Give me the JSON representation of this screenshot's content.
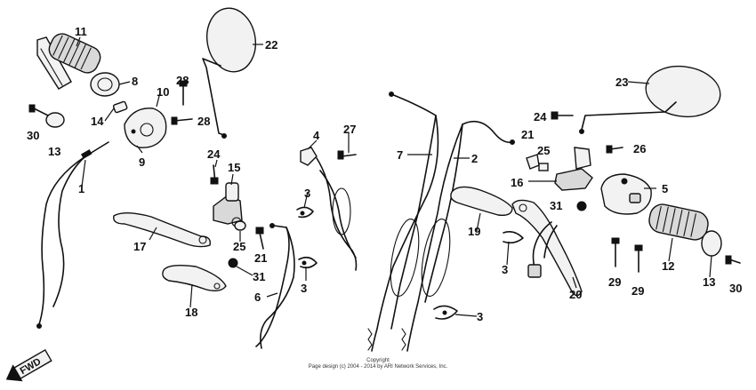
{
  "diagram": {
    "callouts": [
      "1",
      "2",
      "3",
      "4",
      "5",
      "6",
      "7",
      "8",
      "9",
      "10",
      "11",
      "12",
      "13",
      "14",
      "15",
      "16",
      "17",
      "18",
      "19",
      "20",
      "21",
      "22",
      "23",
      "24",
      "25",
      "26",
      "27",
      "28",
      "29",
      "30",
      "31"
    ],
    "fwd_label": "FWD",
    "copyright_line1": "Copyright",
    "copyright_line2": "Page design (c) 2004 - 2014 by ARI Network Services, Inc."
  }
}
